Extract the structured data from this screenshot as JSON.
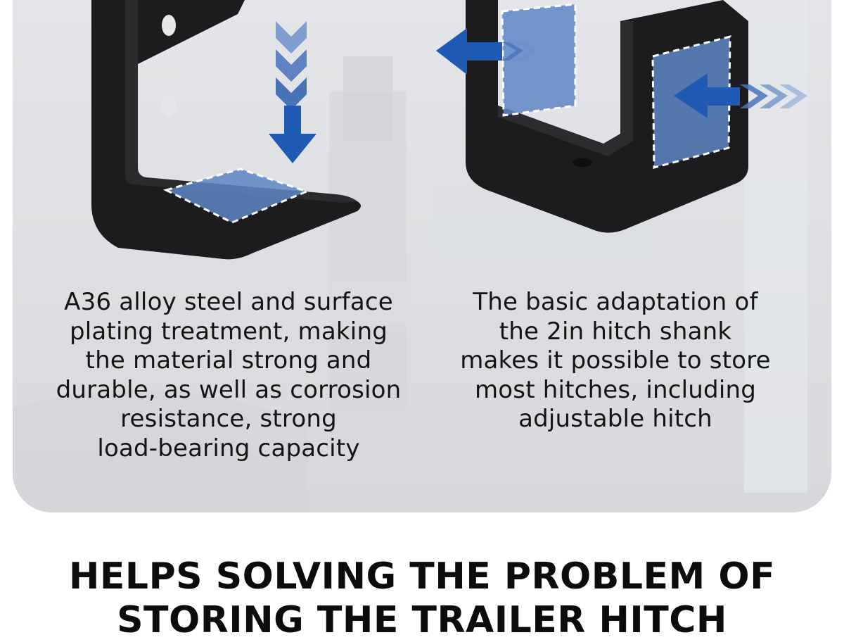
{
  "features": {
    "left_text": "A36 alloy steel and surface\nplating treatment, making\nthe material strong and\ndurable, as well as corrosion\nresistance, strong\nload-bearing capacity",
    "right_text": "The basic adaptation of\nthe 2in hitch shank\nmakes it possible to store\nmost hitches, including\nadjustable hitch"
  },
  "headline": "HELPS SOLVING THE PROBLEM OF\nSTORING THE TRAILER HITCH",
  "colors": {
    "arrow_blue": "#1f5bb5",
    "highlight_blue": "#5d86c6",
    "bracket_black": "#1c1c1e",
    "text": "#141414"
  },
  "icons": [
    "down-arrow-icon",
    "left-arrow-icon",
    "left-arrow-icon"
  ]
}
